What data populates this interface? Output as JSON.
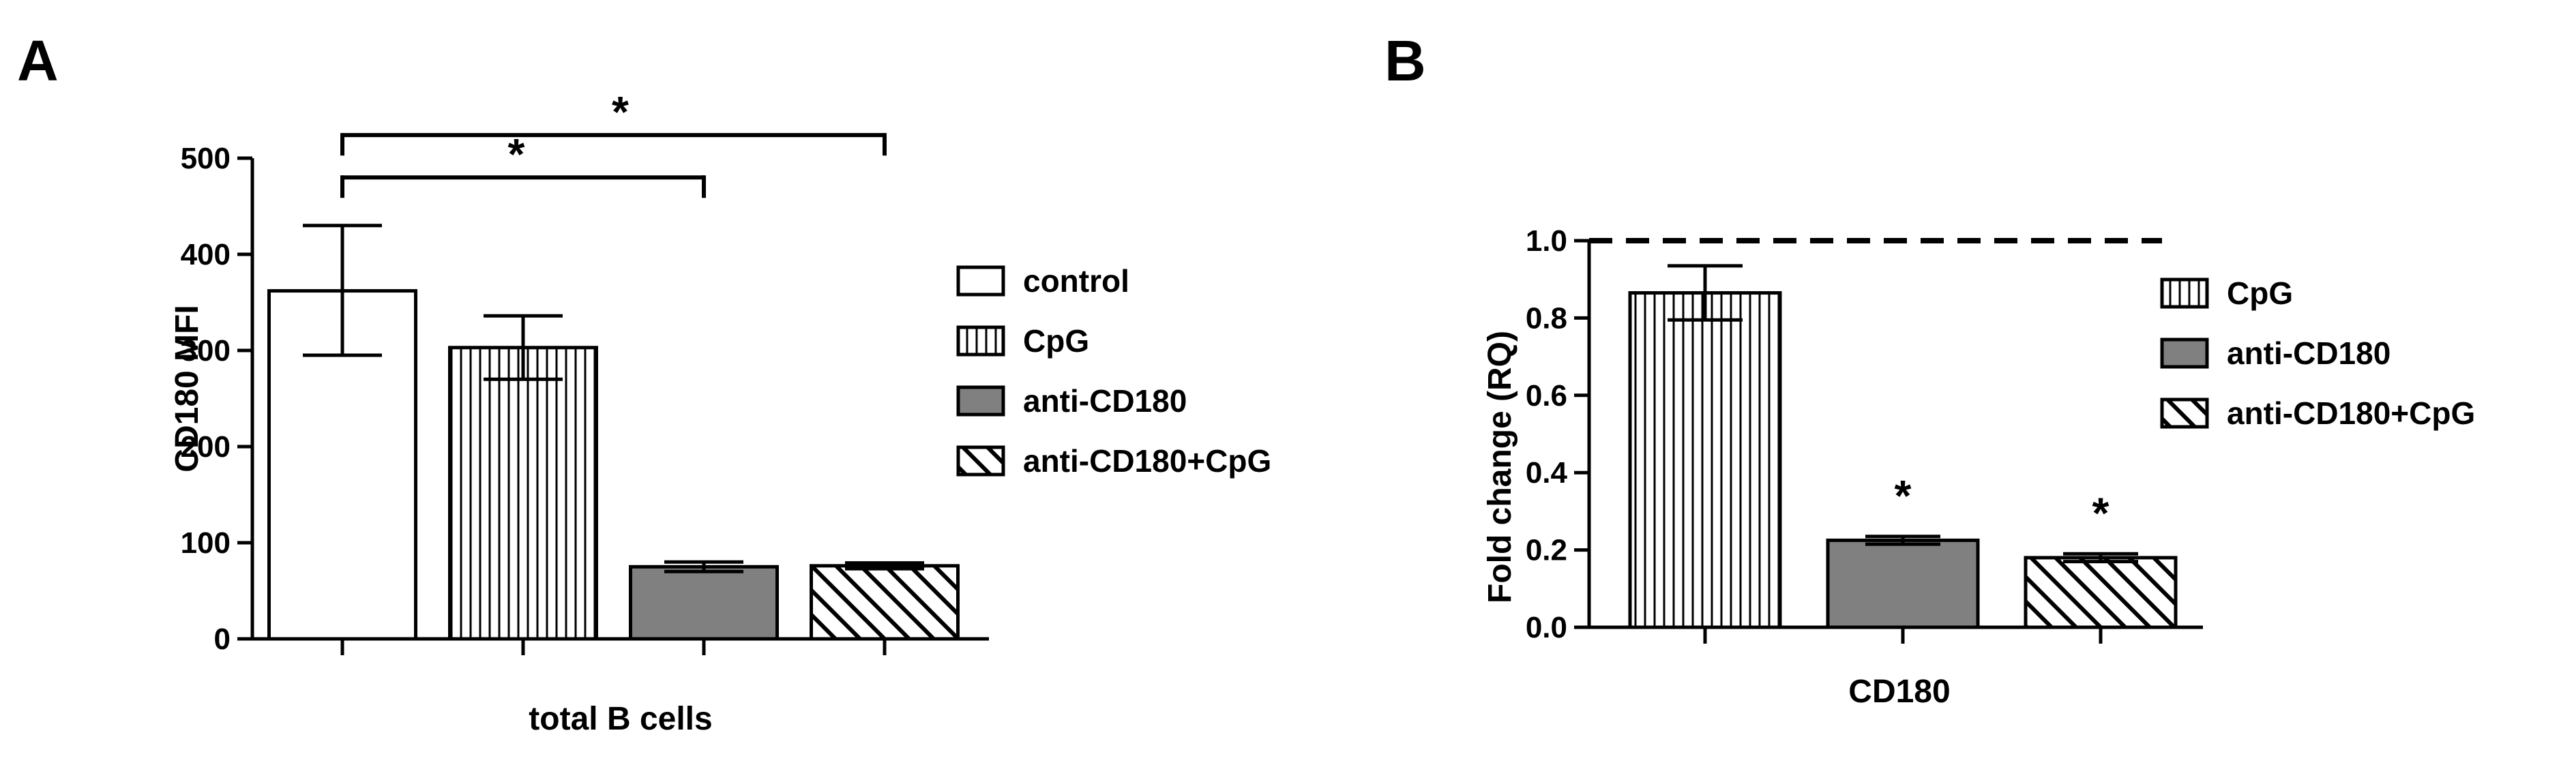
{
  "colors": {
    "control": "#ffffff",
    "CpG": "#c8c8c8",
    "anti-CD180": "#808080",
    "anti-CD180+CpG": "#ffffff",
    "stroke": "#000000"
  },
  "chart_data": [
    {
      "panel": "A",
      "type": "bar",
      "xlabel": "total B cells",
      "ylabel": "CD180 MFI",
      "ylim": [
        0,
        500
      ],
      "yticks": [
        0,
        100,
        200,
        300,
        400,
        500
      ],
      "grid": false,
      "legend_position": "right",
      "series": [
        {
          "name": "control",
          "pattern": "plain",
          "value": 362,
          "err_low": 295,
          "err_high": 430
        },
        {
          "name": "CpG",
          "pattern": "vertical-lines",
          "value": 303,
          "err_low": 270,
          "err_high": 336
        },
        {
          "name": "anti-CD180",
          "pattern": "solid-gray",
          "value": 75,
          "err_low": 70,
          "err_high": 80
        },
        {
          "name": "anti-CD180+CpG",
          "pattern": "diagonal-lines",
          "value": 76,
          "err_low": 73,
          "err_high": 79
        }
      ],
      "significance": [
        {
          "from": 0,
          "to": 2,
          "label": "*",
          "y": 480
        },
        {
          "from": 0,
          "to": 3,
          "label": "*",
          "y": 524
        }
      ]
    },
    {
      "panel": "B",
      "type": "bar",
      "xlabel": "CD180",
      "ylabel": "Fold change (RQ)",
      "ylim": [
        0,
        1.0
      ],
      "yticks": [
        "0.0",
        "0.2",
        "0.4",
        "0.6",
        "0.8",
        "1.0"
      ],
      "grid": false,
      "legend_position": "right",
      "reference_line": 1.0,
      "series": [
        {
          "name": "CpG",
          "pattern": "vertical-lines",
          "value": 0.865,
          "err_low": 0.795,
          "err_high": 0.935,
          "annotation": ""
        },
        {
          "name": "anti-CD180",
          "pattern": "solid-gray",
          "value": 0.225,
          "err_low": 0.215,
          "err_high": 0.235,
          "annotation": "*"
        },
        {
          "name": "anti-CD180+CpG",
          "pattern": "diagonal-lines",
          "value": 0.18,
          "err_low": 0.17,
          "err_high": 0.19,
          "annotation": "*"
        }
      ]
    }
  ]
}
